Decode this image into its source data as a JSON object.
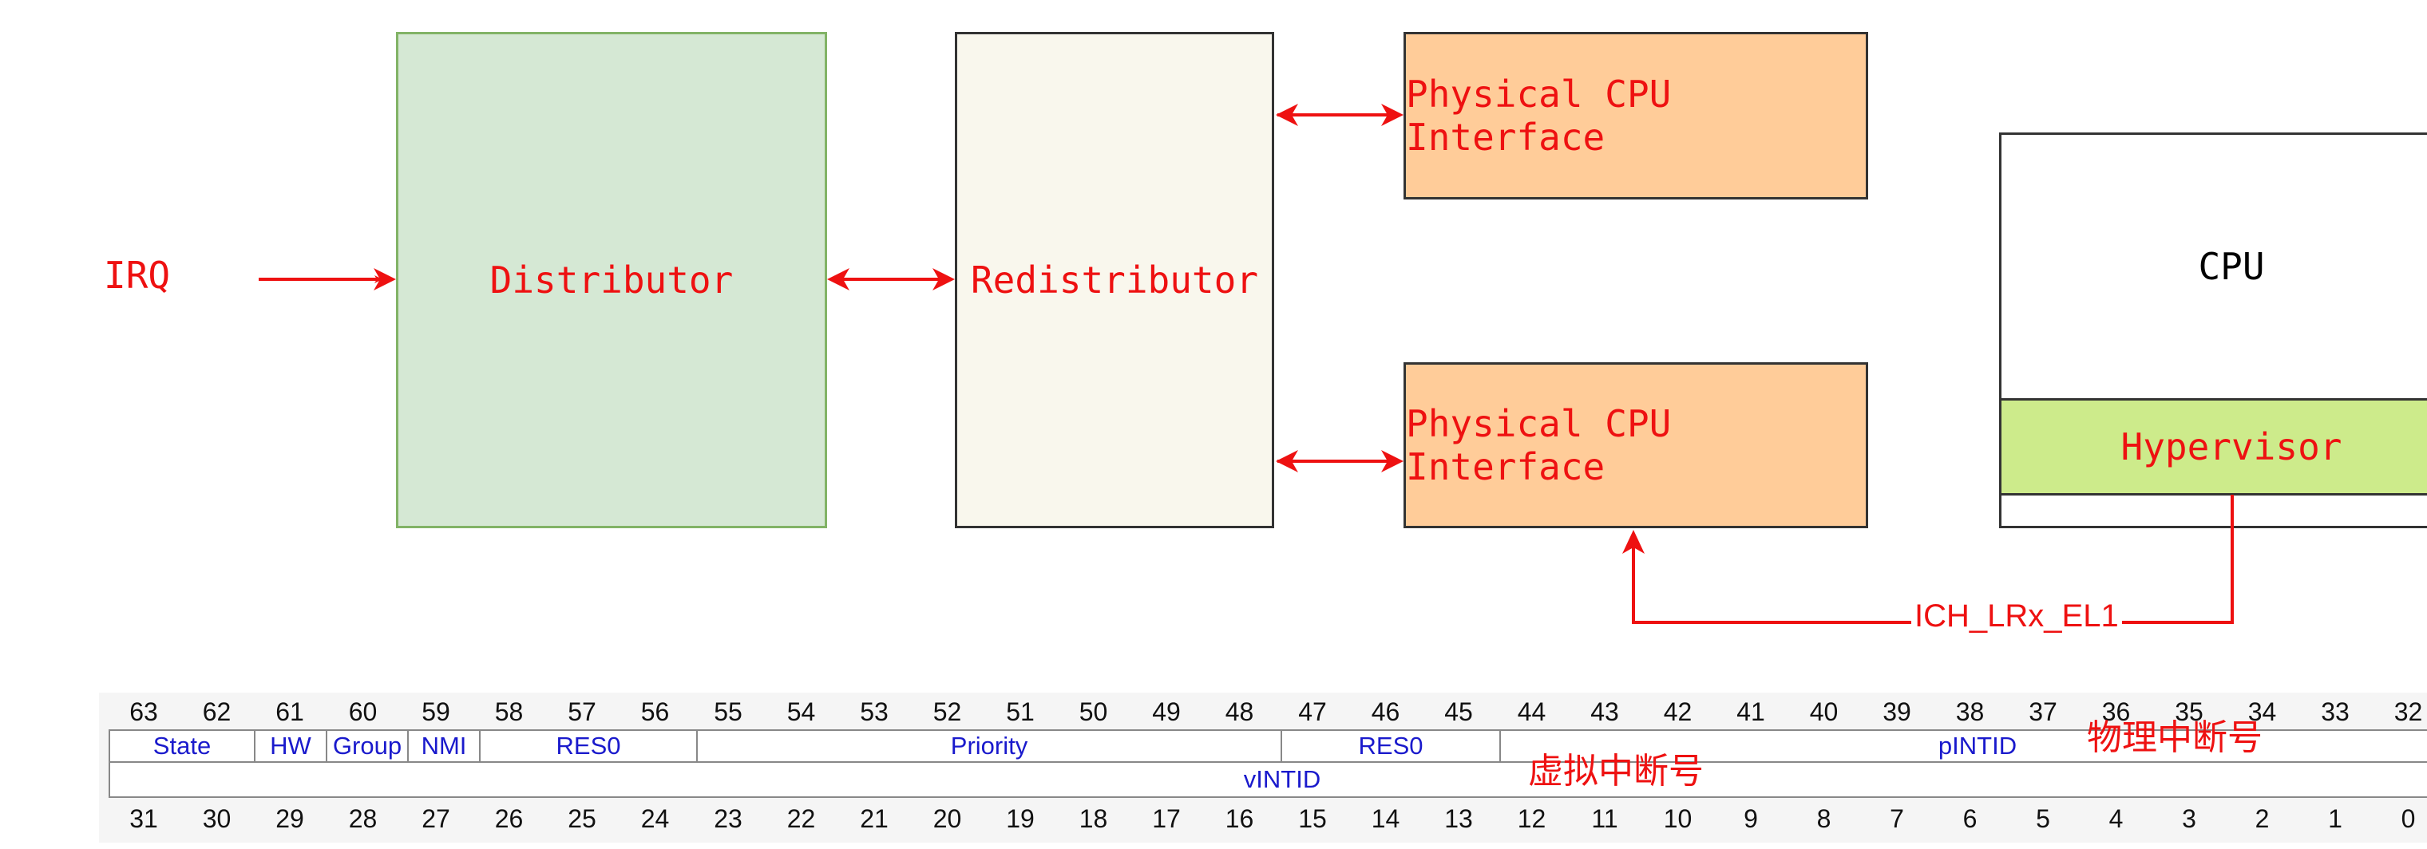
{
  "diagram": {
    "irq_label": "IRQ",
    "distributor_label": "Distributor",
    "redistributor_label": "Redistributor",
    "pcpu_interface_1_label": "Physical CPU Interface",
    "pcpu_interface_2_label": "Physical CPU Interface",
    "cpu_label": "CPU",
    "hypervisor_label": "Hypervisor",
    "register_link_label": "ICH_LRx_EL1"
  },
  "register": {
    "upper_bits": [
      "63",
      "62",
      "61",
      "60",
      "59",
      "58",
      "57",
      "56",
      "55",
      "54",
      "53",
      "52",
      "51",
      "50",
      "49",
      "48",
      "47",
      "46",
      "45",
      "44",
      "43",
      "42",
      "41",
      "40",
      "39",
      "38",
      "37",
      "36",
      "35",
      "34",
      "33",
      "32"
    ],
    "lower_bits": [
      "31",
      "30",
      "29",
      "28",
      "27",
      "26",
      "25",
      "24",
      "23",
      "22",
      "21",
      "20",
      "19",
      "18",
      "17",
      "16",
      "15",
      "14",
      "13",
      "12",
      "11",
      "10",
      "9",
      "8",
      "7",
      "6",
      "5",
      "4",
      "3",
      "2",
      "1",
      "0"
    ],
    "upper_fields": [
      "State",
      "HW",
      "Group",
      "NMI",
      "RES0",
      "Priority",
      "RES0",
      "pINTID"
    ],
    "lower_field": "vINTID",
    "pintid_note": "物理中断号",
    "vintid_note": "虚拟中断号"
  },
  "colors": {
    "distributor_fill": "#d5e8d4",
    "redistributor_fill": "#f9f7ed",
    "cpu_interface_fill": "#ffcc99",
    "hypervisor_fill": "#cdeb8b",
    "arrow": "#ee1111",
    "field_text": "#1a1acc"
  }
}
